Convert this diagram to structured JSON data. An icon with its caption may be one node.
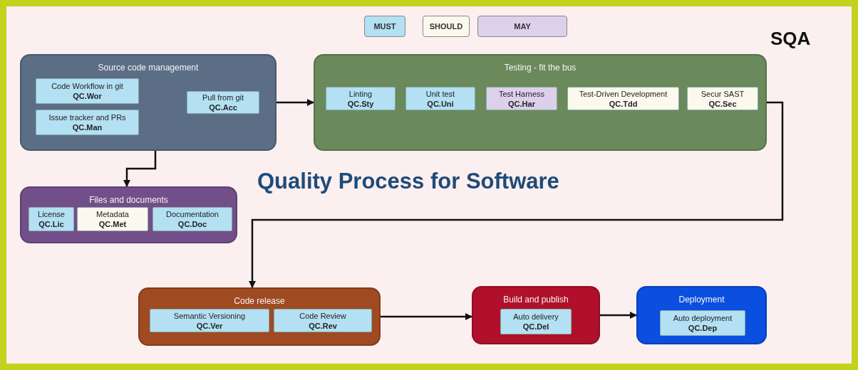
{
  "diagram": {
    "title": "Quality Process for Software",
    "nodes": [
      {
        "text": [
          "Source code management"
        ]
      },
      {
        "text": [
          "Code Workflow in git",
          "QC.Wor"
        ],
        "in": 0
      },
      {
        "text": [
          "Issue tracker and PRs",
          "QC.Man"
        ],
        "in": 0
      },
      {
        "text": [
          "Pull from git",
          "QC.Acc"
        ],
        "in": 0
      },
      {
        "text": [
          "Testing - fit the bus"
        ]
      },
      {
        "text": [
          "Linting",
          "QC.Sty"
        ],
        "in": 4
      },
      {
        "text": [
          "Unit test",
          "QC.Uni"
        ],
        "in": 4
      },
      {
        "text": [
          "Test Harness",
          "QC.Har"
        ],
        "in": 4
      },
      {
        "text": [
          "Test-Driven Development",
          "QC.Tdd"
        ],
        "in": 4
      },
      {
        "text": [
          "Secur SAST",
          "QC.Sec"
        ],
        "in": 4
      },
      {
        "text": [
          "Files and documents"
        ]
      },
      {
        "text": [
          "License",
          "QC.Lic"
        ],
        "in": 10
      },
      {
        "text": [
          "Metadata",
          "QC.Met"
        ],
        "in": 10
      },
      {
        "text": [
          "Documentation",
          "QC.Doc"
        ],
        "in": 10
      },
      {
        "text": [
          "Code release"
        ]
      },
      {
        "text": [
          "Semantic Versioning",
          "QC.Ver"
        ],
        "in": 14
      },
      {
        "text": [
          "Code Review",
          "QC.Rev"
        ],
        "in": 14
      },
      {
        "text": [
          "Build and publish"
        ]
      },
      {
        "text": [
          "Auto delivery",
          "QC.Del"
        ],
        "in": 17
      },
      {
        "text": [
          "Deployment"
        ]
      },
      {
        "text": [
          "Auto deployment",
          "QC.Dep"
        ],
        "in": 19
      }
    ],
    "edges": [
      {
        "from": 0,
        "to": 4,
        "arrow": "to"
      },
      {
        "from": 0,
        "to": 10,
        "arrow": "to"
      },
      {
        "from": 4,
        "to": 14,
        "arrow": "to"
      },
      {
        "from": 14,
        "to": 17,
        "arrow": "to"
      },
      {
        "from": 17,
        "to": 19,
        "arrow": "to"
      }
    ],
    "labels": [
      "SQA"
    ],
    "legend": [
      {
        "text": "MUST",
        "color": "#b3e0f2"
      },
      {
        "text": "SHOULD",
        "color": "#fbf8ee"
      },
      {
        "text": "MAY",
        "color": "#ddd0ea"
      }
    ]
  }
}
